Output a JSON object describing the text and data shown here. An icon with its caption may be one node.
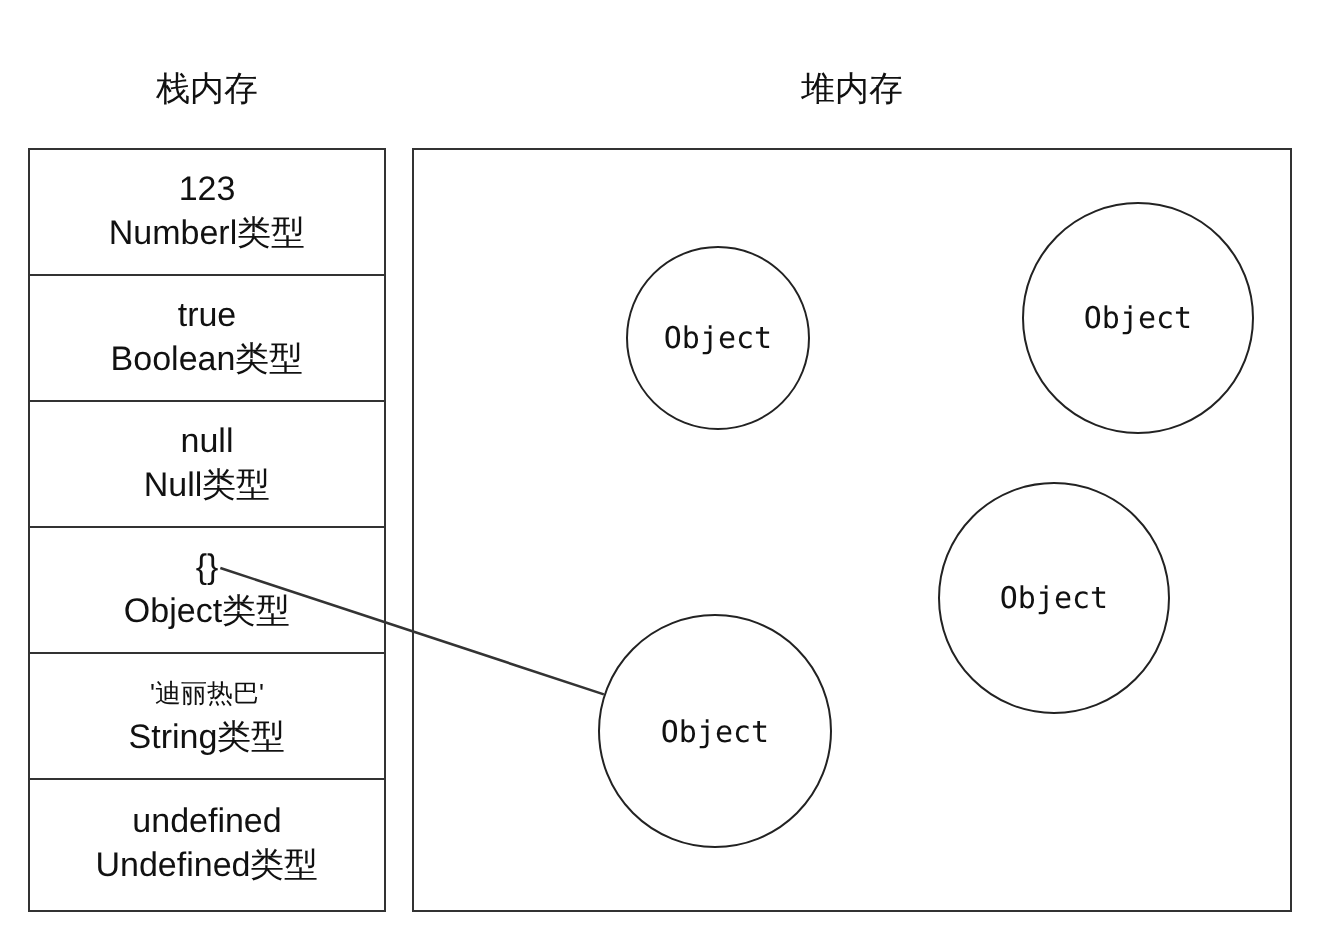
{
  "diagram": {
    "nodes": [
      {
        "text": [
          "栈内存"
        ]
      },
      {
        "text": [
          "123",
          "Numberl类型"
        ],
        "in": 0
      },
      {
        "text": [
          "true",
          "Boolean类型"
        ],
        "in": 0
      },
      {
        "text": [
          "null",
          "Null类型"
        ],
        "in": 0
      },
      {
        "text": [
          "{}",
          "Object类型"
        ],
        "in": 0
      },
      {
        "text": [
          "'迪丽热巴'",
          "String类型"
        ],
        "in": 0
      },
      {
        "text": [
          "undefined",
          "Undefined类型"
        ],
        "in": 0
      },
      {
        "text": [
          "堆内存"
        ]
      },
      {
        "text": [
          "Object"
        ],
        "in": 7
      },
      {
        "text": [
          "Object"
        ],
        "in": 7
      },
      {
        "text": [
          "Object"
        ],
        "in": 7
      },
      {
        "text": [
          "Object"
        ],
        "in": 7
      }
    ],
    "edges": [
      {
        "from": 4,
        "to": 11,
        "arrow": "none"
      }
    ]
  }
}
